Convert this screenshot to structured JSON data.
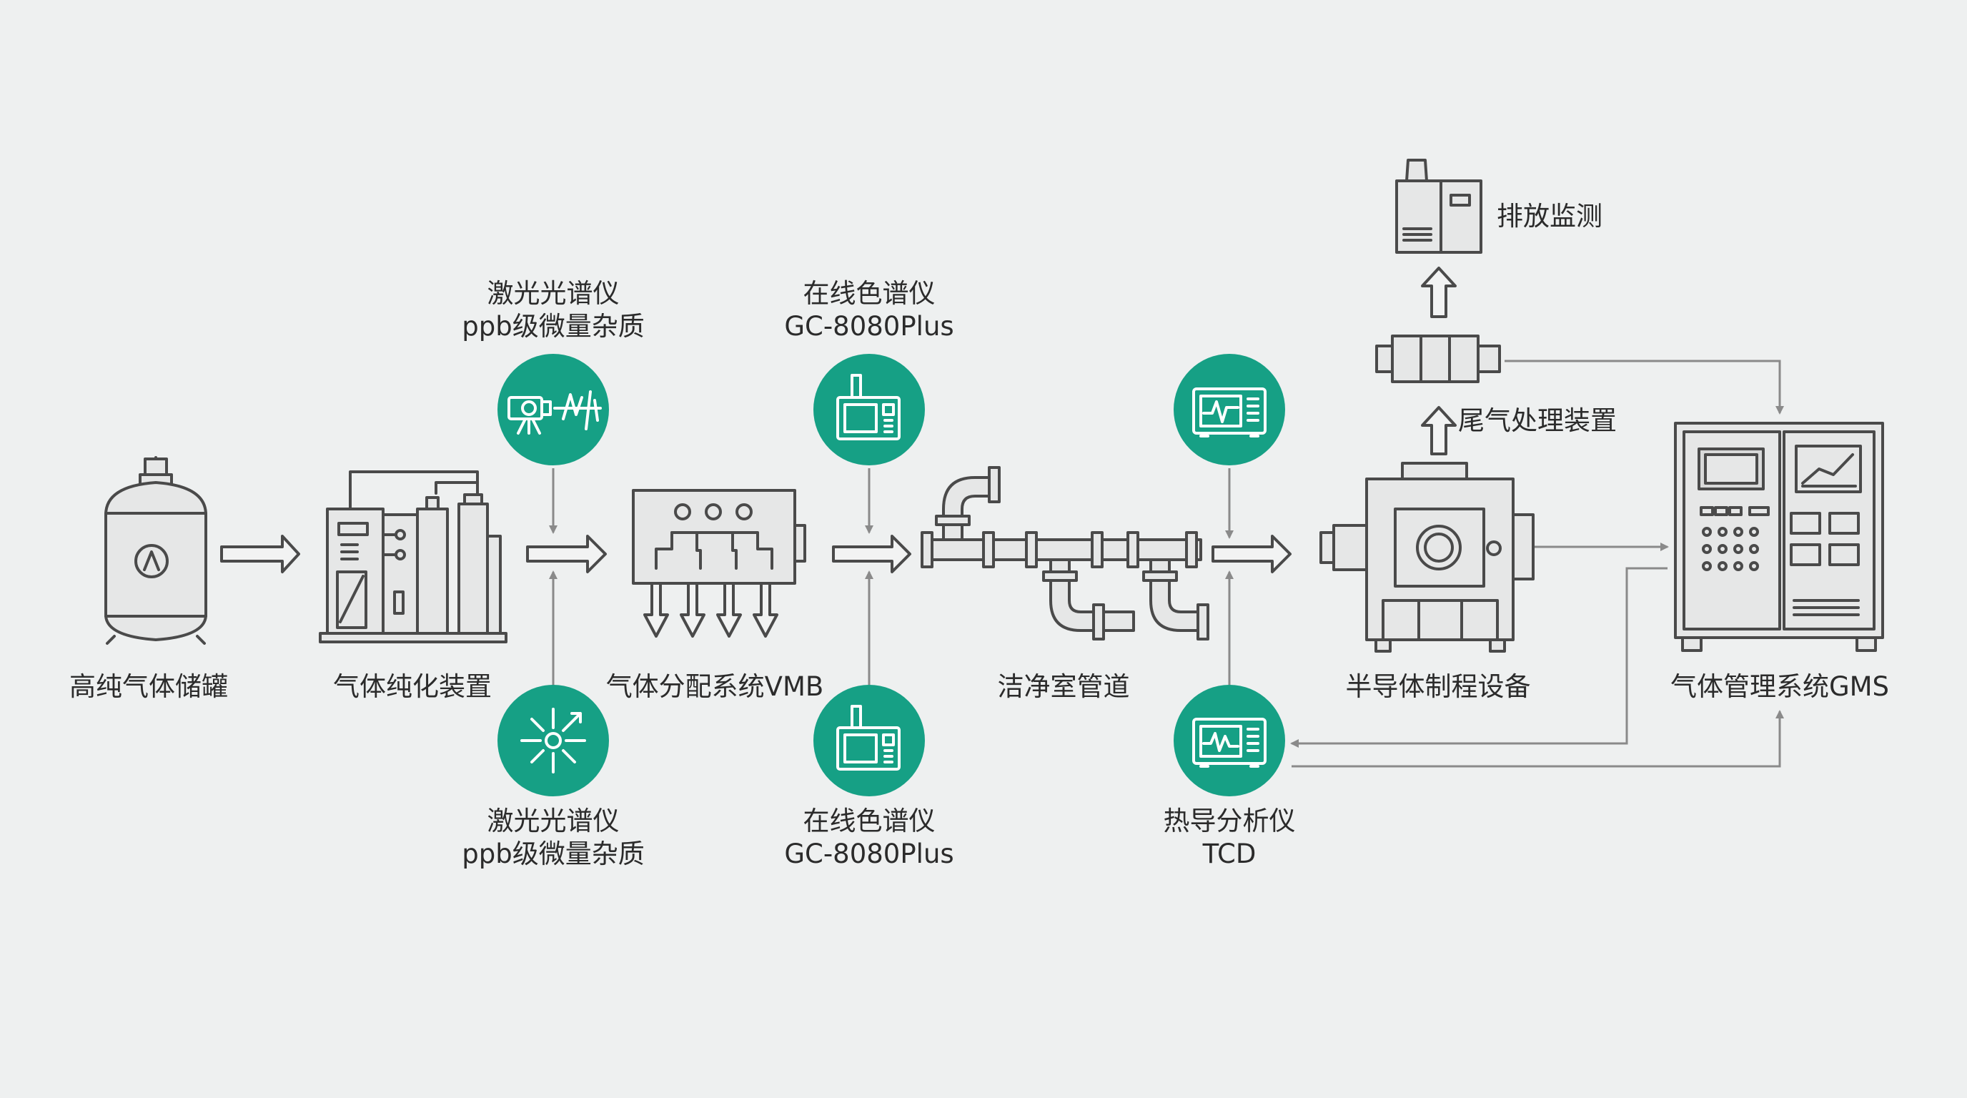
{
  "colors": {
    "background": "#eef0f0",
    "accent": "#16a085",
    "equipment_fill": "#e6e7e7",
    "outline": "#4a4a4a",
    "connector": "#8a8a8a",
    "text": "#2b2b2b"
  },
  "stages": {
    "storage_tank": {
      "label": "高纯气体储罐",
      "icon": "gas-cylinder-icon"
    },
    "purifier": {
      "label": "气体纯化装置",
      "icon": "purifier-icon"
    },
    "vmb": {
      "label": "气体分配系统VMB",
      "icon": "valve-manifold-icon"
    },
    "cleanroom_pipe": {
      "label": "洁净室管道",
      "icon": "pipeline-icon"
    },
    "process_tool": {
      "label": "半导体制程设备",
      "icon": "process-chamber-icon"
    },
    "gms": {
      "label": "气体管理系统GMS",
      "icon": "control-cabinet-icon"
    },
    "abatement": {
      "label": "尾气处理装置",
      "icon": "scrubber-icon"
    },
    "emission_monitor": {
      "label": "排放监测",
      "icon": "emission-monitor-icon"
    }
  },
  "analyzers": {
    "laser_top": {
      "line1": "激光光谱仪",
      "line2": "ppb级微量杂质",
      "icon": "laser-spectrometer-icon"
    },
    "laser_bottom": {
      "line1": "激光光谱仪",
      "line2": "ppb级微量杂质",
      "icon": "laser-sensor-icon"
    },
    "gc_top": {
      "line1": "在线色谱仪",
      "line2": "GC-8080Plus",
      "icon": "gas-chromatograph-icon"
    },
    "gc_bottom": {
      "line1": "在线色谱仪",
      "line2": "GC-8080Plus",
      "icon": "gas-chromatograph-icon"
    },
    "monitor_top": {
      "icon": "signal-monitor-icon"
    },
    "tcd_bottom": {
      "line1": "热导分析仪",
      "line2": "TCD",
      "icon": "thermal-conductivity-analyzer-icon"
    }
  },
  "flow_arrows": [
    "arrow-right-icon",
    "arrow-right-icon",
    "arrow-right-icon",
    "arrow-right-icon",
    "arrow-right-icon",
    "arrow-up-icon",
    "arrow-up-icon"
  ]
}
